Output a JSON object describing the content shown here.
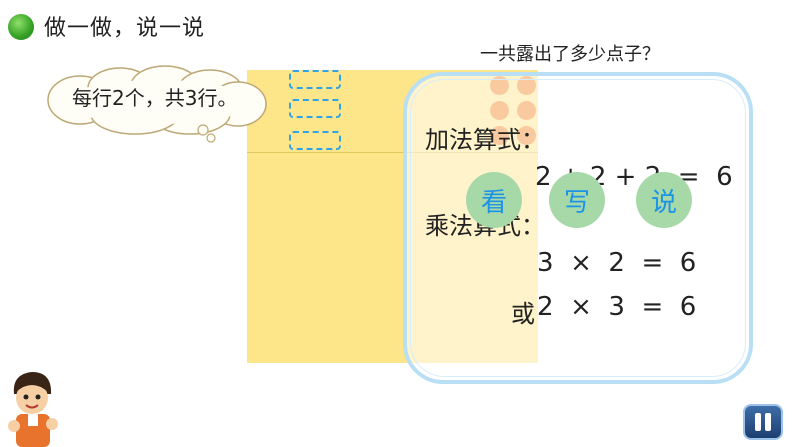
{
  "header": {
    "title": "做一做，说一说"
  },
  "question": "一共露出了多少点子？",
  "speech": "每行2个，共3行。",
  "addition": {
    "label": "加法算式：",
    "formula": "2 + 2 + 2  =  6"
  },
  "multiplication": {
    "label": "乘法算式：",
    "formula1": "3  ×  2  =  6",
    "or": "或",
    "formula2": "2  ×  3  =  6"
  },
  "buttons": {
    "look": "看",
    "write": "写",
    "say": "说"
  },
  "dots": {
    "rows": 3,
    "per_row": 2
  },
  "colors": {
    "board": "#fde58a",
    "dot": "#f28a2d",
    "bubble": "#a6d8a8",
    "bubble_text": "#1c93e6",
    "frame": "#b9dff5"
  }
}
